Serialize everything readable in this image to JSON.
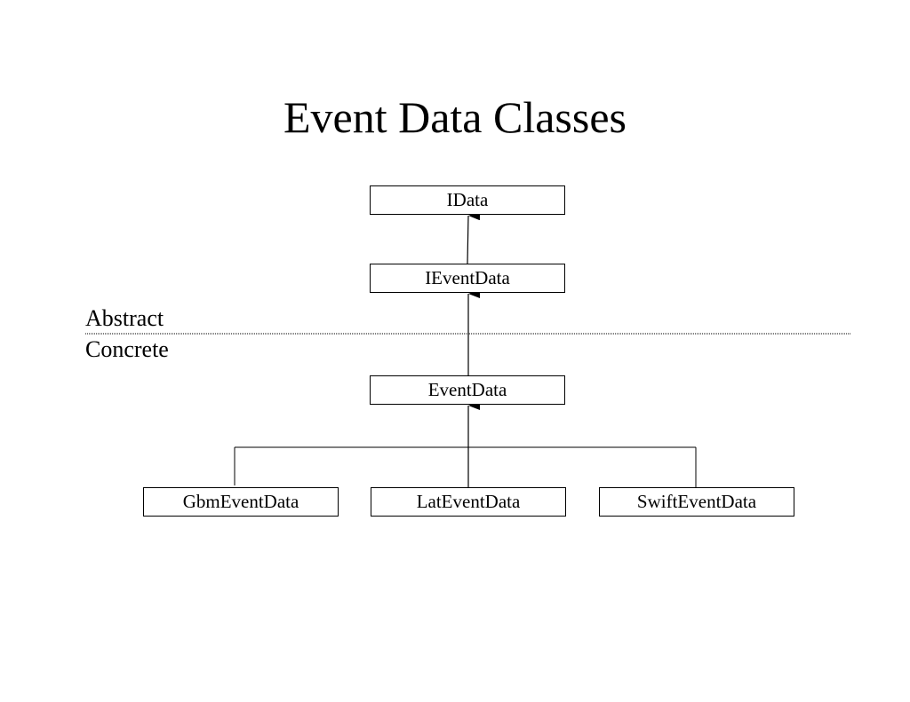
{
  "title": "Event Data Classes",
  "layers": {
    "abstract_label": "Abstract",
    "concrete_label": "Concrete"
  },
  "classes": {
    "idata": "IData",
    "ieventdata": "IEventData",
    "eventdata": "EventData",
    "gbm": "GbmEventData",
    "lat": "LatEventData",
    "swift": "SwiftEventData"
  },
  "relations": [
    {
      "from": "IEventData",
      "to": "IData",
      "type": "inherits"
    },
    {
      "from": "EventData",
      "to": "IEventData",
      "type": "inherits"
    },
    {
      "from": "GbmEventData",
      "to": "EventData",
      "type": "inherits"
    },
    {
      "from": "LatEventData",
      "to": "EventData",
      "type": "inherits"
    },
    {
      "from": "SwiftEventData",
      "to": "EventData",
      "type": "inherits"
    }
  ]
}
